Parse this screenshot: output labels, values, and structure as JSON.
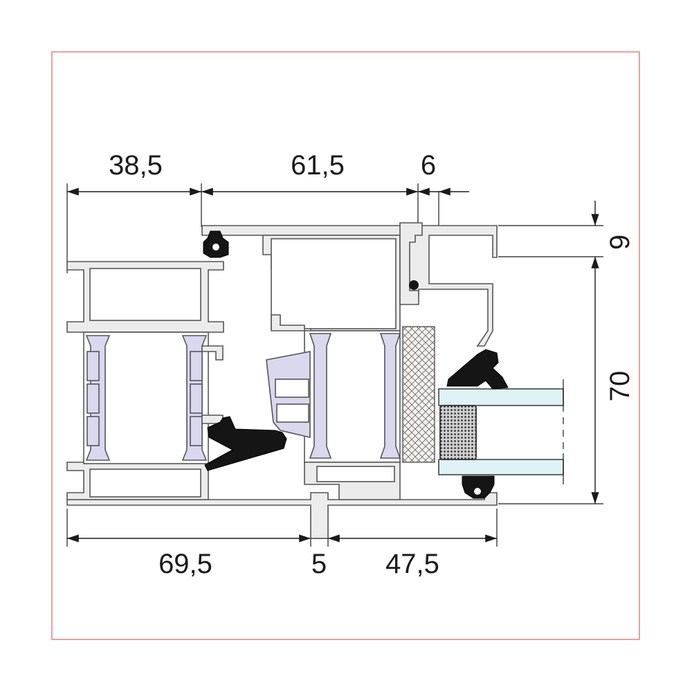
{
  "colors": {
    "frame_border": "#e06060",
    "aluminium": "#ececec",
    "thermal_break": "#d9d8ef",
    "gasket": "#151515",
    "glass": "#dff2f6",
    "dimension": "#1a1a1a"
  },
  "dimensions": {
    "top_left": "38,5",
    "top_middle": "61,5",
    "top_right": "6",
    "bottom_left": "69,5",
    "bottom_middle": "5",
    "bottom_right": "47,5",
    "right_upper": "9",
    "right_lower": "70"
  }
}
